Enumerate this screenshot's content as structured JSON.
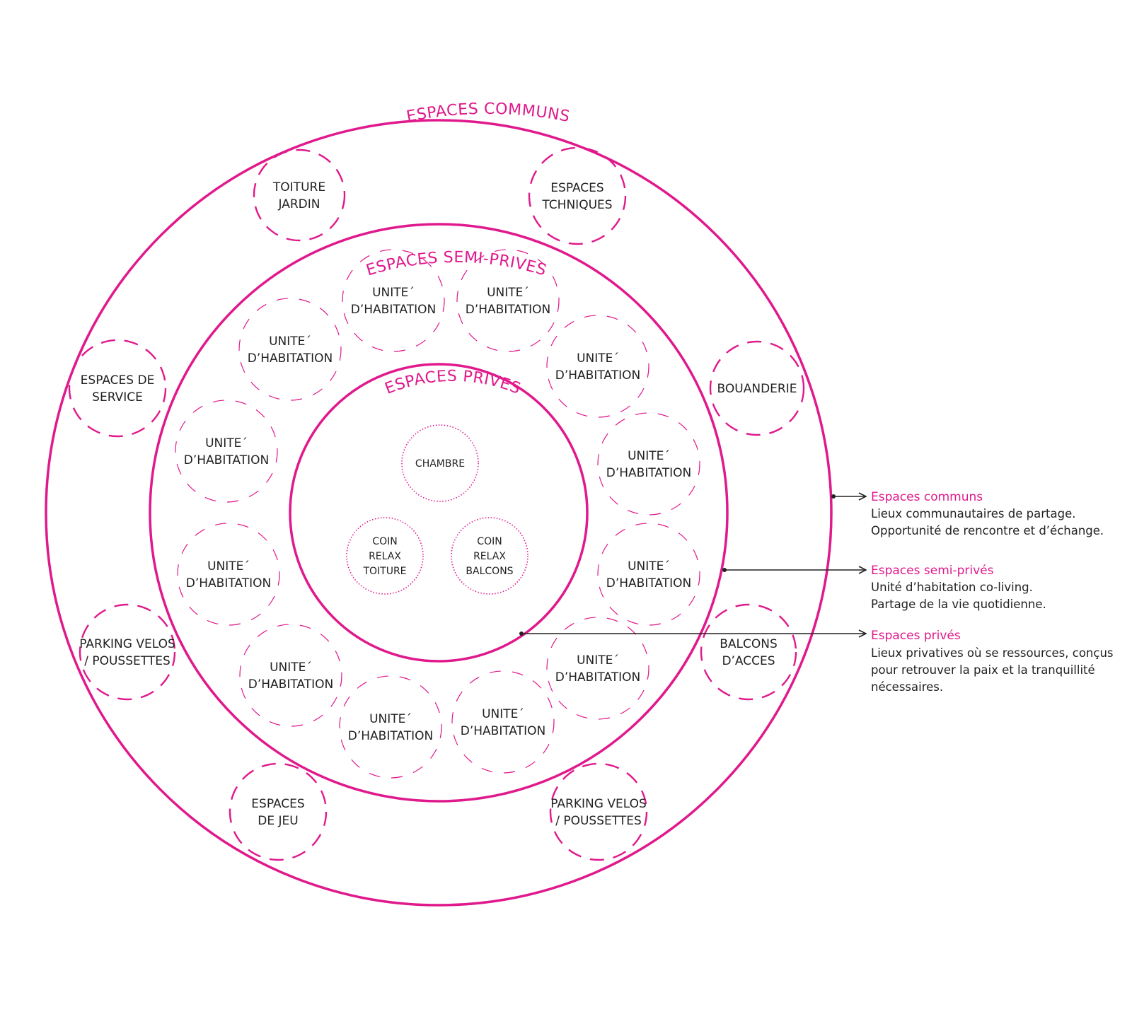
{
  "colors": {
    "accent": "#e0198c",
    "text": "#222222",
    "line": "#222222"
  },
  "rings": {
    "communs": {
      "title": "ESPACES COMMUNS"
    },
    "semi_prives": {
      "title": "ESPACES SEMI-PRIVES"
    },
    "prives": {
      "title": "ESPACES PRIVES"
    }
  },
  "common_spaces": [
    {
      "lines": [
        "TOITURE",
        "JARDIN"
      ]
    },
    {
      "lines": [
        "ESPACES",
        "TCHNIQUES"
      ]
    },
    {
      "lines": [
        "ESPACES DE",
        "SERVICE"
      ]
    },
    {
      "lines": [
        "BOUANDERIE"
      ]
    },
    {
      "lines": [
        "PARKING VELOS",
        "/ POUSSETTES"
      ]
    },
    {
      "lines": [
        "BALCONS",
        "D’ACCES"
      ]
    },
    {
      "lines": [
        "ESPACES",
        "DE JEU"
      ]
    },
    {
      "lines": [
        "PARKING VELOS",
        "/ POUSSETTES"
      ]
    }
  ],
  "semi_private_units": [
    {
      "lines": [
        "UNITE´",
        "D’HABITATION"
      ]
    },
    {
      "lines": [
        "UNITE´",
        "D’HABITATION"
      ]
    },
    {
      "lines": [
        "UNITE´",
        "D’HABITATION"
      ]
    },
    {
      "lines": [
        "UNITE´",
        "D’HABITATION"
      ]
    },
    {
      "lines": [
        "UNITE´",
        "D’HABITATION"
      ]
    },
    {
      "lines": [
        "UNITE´",
        "D’HABITATION"
      ]
    },
    {
      "lines": [
        "UNITE´",
        "D’HABITATION"
      ]
    },
    {
      "lines": [
        "UNITE´",
        "D’HABITATION"
      ]
    },
    {
      "lines": [
        "UNITE´",
        "D’HABITATION"
      ]
    },
    {
      "lines": [
        "UNITE´",
        "D’HABITATION"
      ]
    },
    {
      "lines": [
        "UNITE´",
        "D’HABITATION"
      ]
    },
    {
      "lines": [
        "UNITE´",
        "D’HABITATION"
      ]
    }
  ],
  "private_spaces": [
    {
      "lines": [
        "CHAMBRE"
      ]
    },
    {
      "lines": [
        "COIN",
        "RELAX",
        "TOITURE"
      ]
    },
    {
      "lines": [
        "COIN",
        "RELAX",
        "BALCONS"
      ]
    }
  ],
  "legend": [
    {
      "title": "Espaces communs",
      "lines": [
        "Lieux communautaires de partage.",
        "Opportunité de rencontre et d’échange."
      ]
    },
    {
      "title": "Espaces semi-privés",
      "lines": [
        "Unité d’habitation co-living.",
        "Partage de la vie quotidienne."
      ]
    },
    {
      "title": "Espaces privés",
      "lines": [
        "Lieux privatives où se ressources, conçus",
        "pour retrouver la paix et la tranquillité",
        "nécessaires."
      ]
    }
  ]
}
